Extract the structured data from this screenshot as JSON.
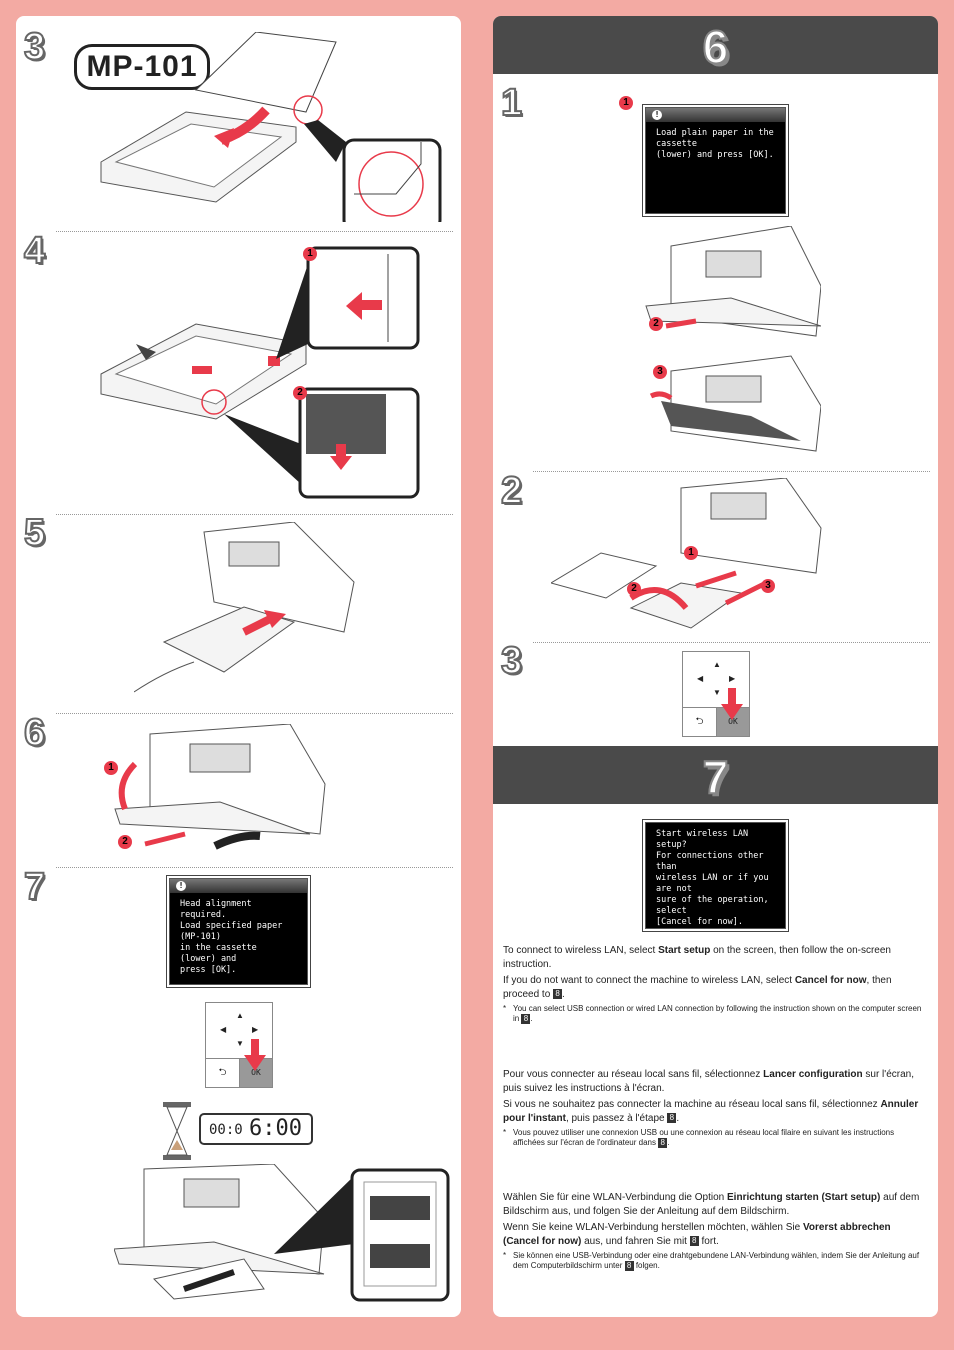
{
  "left": {
    "steps": [
      {
        "num": "3",
        "label": "MP-101"
      },
      {
        "num": "4",
        "callouts": [
          "1",
          "2"
        ]
      },
      {
        "num": "5"
      },
      {
        "num": "6",
        "callouts": [
          "1",
          "2"
        ]
      },
      {
        "num": "7"
      }
    ],
    "lcd_head_alignment": {
      "warn_symbol": "!",
      "message": "Head alignment required.\nLoad specified paper (MP-101)\nin the cassette (lower) and\npress [OK]."
    },
    "ok_panel": {
      "back": "⮌",
      "ok": "OK"
    },
    "timer": {
      "display_small": "00:0",
      "display_large": "6:00"
    }
  },
  "right": {
    "section6": {
      "title": "6",
      "steps": [
        {
          "num": "1",
          "callouts": [
            "1",
            "2",
            "3"
          ]
        },
        {
          "num": "2",
          "callouts": [
            "1",
            "2",
            "3"
          ]
        },
        {
          "num": "3"
        }
      ],
      "lcd_load_paper": {
        "warn_symbol": "!",
        "message": "Load plain paper in the cassette\n(lower) and press [OK]."
      },
      "ok_panel": {
        "back": "⮌",
        "ok": "OK"
      }
    },
    "section7": {
      "title": "7",
      "lcd_wireless": {
        "message": "Start wireless LAN setup?\nFor connections other than\nwireless LAN or if you are not\nsure of the operation, select\n[Cancel for now].",
        "option_selected": "Start setup",
        "option_other": "Cancel for now"
      },
      "en": {
        "p1_a": "To connect to wireless LAN, select ",
        "p1_b": "Start setup",
        "p1_c": " on the screen, then follow the on-screen instruction.",
        "p2_a": "If you do not want to connect the machine to wireless LAN, select ",
        "p2_b": "Cancel for now",
        "p2_c": ", then proceed to ",
        "p2_d": ".",
        "note_a": "You can select USB connection or wired LAN connection by following the instruction shown on the computer screen in ",
        "note_b": "."
      },
      "fr": {
        "p1_a": "Pour vous connecter au réseau local sans fil, sélectionnez ",
        "p1_b": "Lancer configuration",
        "p1_c": " sur l'écran, puis suivez les instructions à l'écran.",
        "p2_a": "Si vous ne souhaitez pas connecter la machine au réseau local sans fil, sélectionnez ",
        "p2_b": "Annuler pour l'instant",
        "p2_c": ", puis passez à l'étape ",
        "p2_d": ".",
        "note_a": "Vous pouvez utiliser une connexion USB ou une connexion au réseau local filaire en suivant les instructions affichées sur l'écran de l'ordinateur dans ",
        "note_b": "."
      },
      "de": {
        "p1_a": "Wählen Sie für eine WLAN-Verbindung die Option ",
        "p1_b": "Einrichtung starten (Start setup)",
        "p1_c": " auf dem Bildschirm aus, und folgen Sie der Anleitung auf dem Bildschirm.",
        "p2_a": "Wenn Sie keine WLAN-Verbindung herstellen möchten, wählen Sie ",
        "p2_b": "Vorerst abbrechen (Cancel for now)",
        "p2_c": " aus, und fahren Sie mit ",
        "p2_d": " fort.",
        "note_a": "Sie können eine USB-Verbindung oder eine drahtgebundene LAN-Verbindung wählen, indem Sie der Anleitung auf dem Computerbildschirm unter ",
        "note_b": " folgen."
      },
      "step_ref": "8"
    }
  }
}
